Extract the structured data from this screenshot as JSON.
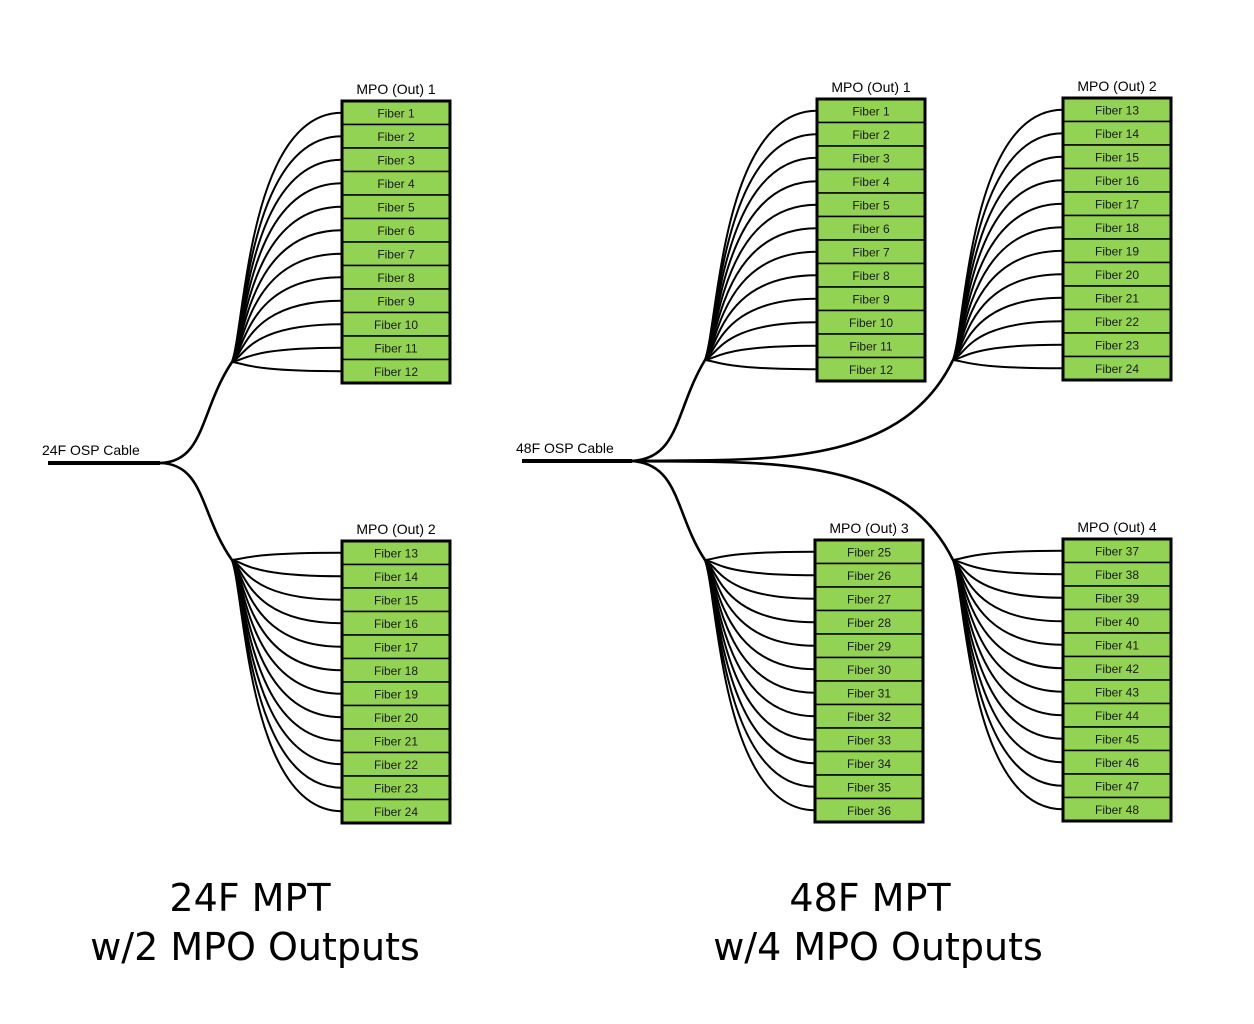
{
  "left": {
    "cable_label": "24F OSP Cable",
    "caption_line1": "24F MPT",
    "caption_line2": "w/2 MPO Outputs",
    "outputs": [
      {
        "label": "MPO (Out) 1",
        "fibers": [
          "Fiber 1",
          "Fiber 2",
          "Fiber 3",
          "Fiber 4",
          "Fiber 5",
          "Fiber 6",
          "Fiber 7",
          "Fiber 8",
          "Fiber 9",
          "Fiber 10",
          "Fiber 11",
          "Fiber 12"
        ]
      },
      {
        "label": "MPO (Out) 2",
        "fibers": [
          "Fiber 13",
          "Fiber 14",
          "Fiber 15",
          "Fiber 16",
          "Fiber 17",
          "Fiber 18",
          "Fiber 19",
          "Fiber 20",
          "Fiber 21",
          "Fiber 22",
          "Fiber 23",
          "Fiber 24"
        ]
      }
    ]
  },
  "right": {
    "cable_label": "48F OSP Cable",
    "caption_line1": "48F MPT",
    "caption_line2": "w/4 MPO Outputs",
    "outputs": [
      {
        "label": "MPO (Out) 1",
        "fibers": [
          "Fiber 1",
          "Fiber 2",
          "Fiber 3",
          "Fiber 4",
          "Fiber 5",
          "Fiber 6",
          "Fiber 7",
          "Fiber 8",
          "Fiber 9",
          "Fiber 10",
          "Fiber 11",
          "Fiber 12"
        ]
      },
      {
        "label": "MPO (Out) 2",
        "fibers": [
          "Fiber 13",
          "Fiber 14",
          "Fiber 15",
          "Fiber 16",
          "Fiber 17",
          "Fiber 18",
          "Fiber 19",
          "Fiber 20",
          "Fiber 21",
          "Fiber 22",
          "Fiber 23",
          "Fiber 24"
        ]
      },
      {
        "label": "MPO (Out) 3",
        "fibers": [
          "Fiber 25",
          "Fiber 26",
          "Fiber 27",
          "Fiber 28",
          "Fiber 29",
          "Fiber 30",
          "Fiber 31",
          "Fiber 32",
          "Fiber 33",
          "Fiber 34",
          "Fiber 35",
          "Fiber 36"
        ]
      },
      {
        "label": "MPO (Out) 4",
        "fibers": [
          "Fiber 37",
          "Fiber 38",
          "Fiber 39",
          "Fiber 40",
          "Fiber 41",
          "Fiber 42",
          "Fiber 43",
          "Fiber 44",
          "Fiber 45",
          "Fiber 46",
          "Fiber 47",
          "Fiber 48"
        ]
      }
    ]
  },
  "colors": {
    "fiber_cell": "#93d354",
    "line": "#000000",
    "background": "#ffffff"
  }
}
